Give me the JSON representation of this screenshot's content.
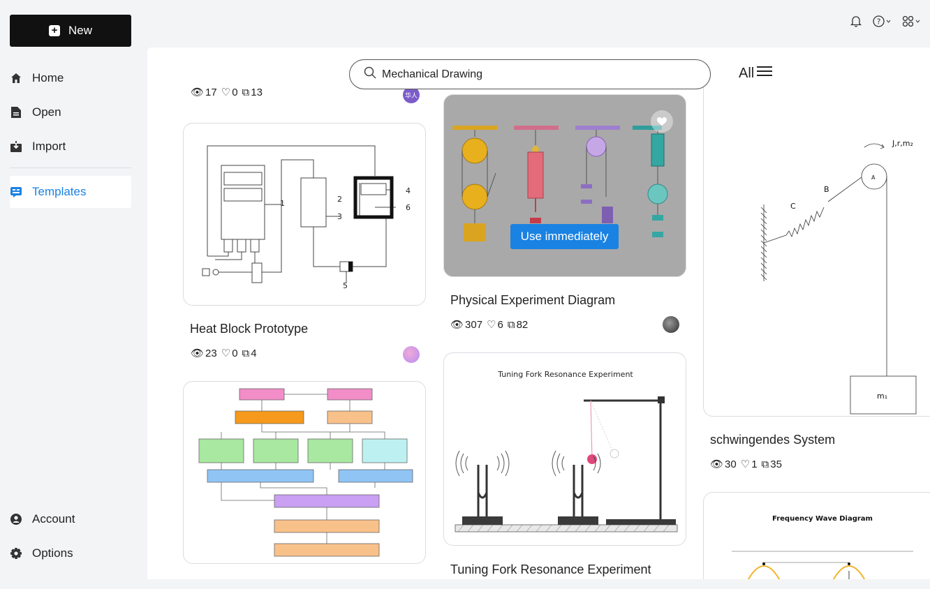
{
  "sidebar": {
    "new_label": "New",
    "items": [
      {
        "label": "Home",
        "icon": "home-icon"
      },
      {
        "label": "Open",
        "icon": "file-icon"
      },
      {
        "label": "Import",
        "icon": "import-icon"
      },
      {
        "label": "Templates",
        "icon": "templates-icon"
      }
    ],
    "bottom_items": [
      {
        "label": "Account",
        "icon": "account-icon"
      },
      {
        "label": "Options",
        "icon": "gear-icon"
      }
    ]
  },
  "topbar": {
    "icons": [
      "bell-icon",
      "help-icon",
      "apps-icon"
    ]
  },
  "search": {
    "value": "Mechanical Drawing",
    "placeholder": ""
  },
  "filter": {
    "label": "All"
  },
  "cards": [
    {
      "title": "",
      "views": "17",
      "likes": "0",
      "copies": "13",
      "avatar_text": "华人"
    },
    {
      "title": "Heat Block Prototype",
      "views": "23",
      "likes": "0",
      "copies": "4"
    },
    {
      "title": "",
      "views": "",
      "likes": "",
      "copies": ""
    },
    {
      "title": "Physical Experiment Diagram",
      "views": "307",
      "likes": "6",
      "copies": "82",
      "hover_button": "Use immediately"
    },
    {
      "title": "Tuning Fork Resonance Experiment",
      "thumb_caption": "Tuning Fork Resonance Experiment"
    },
    {
      "title": "schwingendes System",
      "views": "30",
      "likes": "1",
      "copies": "35",
      "thumb_labels": [
        "J,r,m₂",
        "B",
        "C",
        "A",
        "m₁"
      ]
    },
    {
      "title": "",
      "thumb_caption": "Frequency Wave Diagram"
    }
  ],
  "heat_block_labels": [
    "1",
    "2",
    "3",
    "4",
    "5",
    "6"
  ],
  "colors": {
    "accent": "#1a82e2",
    "sidebar_bg": "#f3f4f6",
    "new_button_bg": "#111111"
  }
}
